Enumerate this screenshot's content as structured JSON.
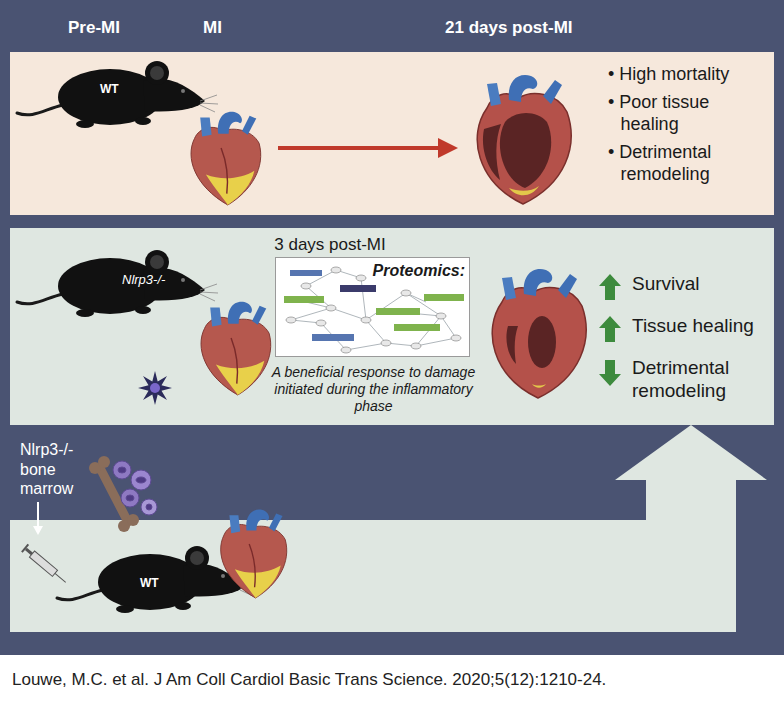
{
  "diagram": {
    "caption": "Louwe, M.C. et al. J Am Coll Cardiol Basic Trans Science. 2020;5(12):1210-24.",
    "nodes": [
      {
        "text": [
          "• High mortality",
          "• Poor tissue healing",
          "• Detrimental remodeling"
        ]
      },
      {
        "text": [
          "3 days post-MI",
          "Survival",
          "Tissue healing",
          "Detrimental remodeling"
        ]
      },
      {
        "text": [
          "Proteomics:",
          "A beneficial response to damage initiated during the inflammatory phase"
        ],
        "in": 1
      },
      {
        "text": [
          "Nlrp3-/- bone marrow"
        ]
      }
    ],
    "edges": [
      {
        "from": 3,
        "to": 1,
        "arrow": "to"
      }
    ],
    "labels": [
      "Pre-MI",
      "MI",
      "21 days post-MI",
      "WT",
      "Nlrp3-/-",
      "WT"
    ]
  }
}
